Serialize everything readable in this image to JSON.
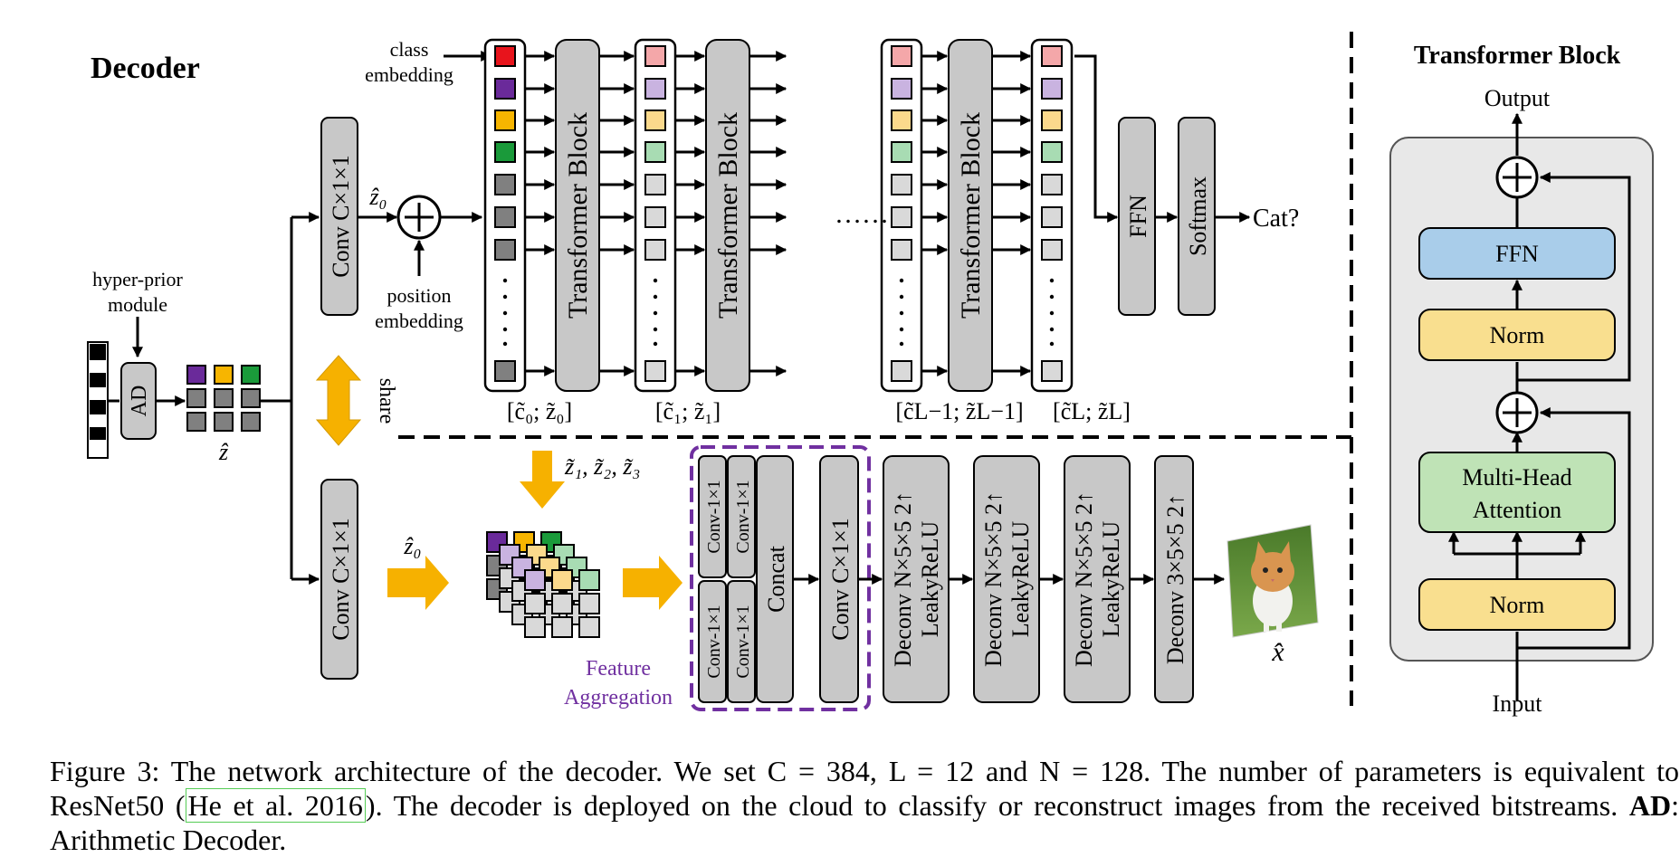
{
  "decoder": {
    "title": "Decoder",
    "class_embedding_l1": "class",
    "class_embedding_l2": "embedding",
    "position_embedding_l1": "position",
    "position_embedding_l2": "embedding",
    "hyper_prior_l1": "hyper-prior",
    "hyper_prior_l2": "module",
    "ad": "AD",
    "z_hat": "ẑ",
    "share": "share",
    "conv_top": "Conv C×1×1",
    "conv_bottom": "Conv C×1×1",
    "z0_top": "ẑ₀",
    "z0_bottom": "ẑ₀",
    "transformer_block": "Transformer Block",
    "ellipsis": "……",
    "seq_labels": [
      "[c̃₀; z̃₀]",
      "[c̃₁; z̃₁]",
      "[c̃L−1; z̃L−1]",
      "[c̃L; z̃L]"
    ],
    "ffn": "FFN",
    "softmax": "Softmax",
    "cat": "Cat?",
    "z_list": "z̃₁, z̃₂, z̃₃",
    "conv_1x1": "Conv-1×1",
    "concat": "Concat",
    "feature_aggregation_l1": "Feature",
    "feature_aggregation_l2": "Aggregation",
    "deconv_l1": "Deconv N×5×5 2↑",
    "deconv_l2": "LeakyReLU",
    "deconv_last": "Deconv 3×5×5 2↑",
    "x_hat": "x̂"
  },
  "transformer_block": {
    "title": "Transformer Block",
    "output": "Output",
    "input": "Input",
    "ffn": "FFN",
    "norm": "Norm",
    "mha_l1": "Multi-Head",
    "mha_l2": "Attention"
  },
  "caption": {
    "prefix": "Figure 3: The network architecture of the decoder. We set C = 384, L = 12 and N = 128. The number of parameters is equivalent to ResNet50 (",
    "citation": "He et al. 2016",
    "middle": "). The decoder is deployed on the cloud to classify or reconstruct images from the received bitstreams. ",
    "bold": "AD",
    "suffix": ": Arithmetic Decoder."
  },
  "colors": {
    "block_gray": "#c8c8c8",
    "token_dark": "#808080",
    "token_light": "#d9d9d9",
    "red": "#e8141c",
    "purple": "#6a2a9a",
    "orange": "#f7b500",
    "green": "#1a9a3a",
    "pale_red": "#f4a7a9",
    "pale_purple": "#c9b3e0",
    "pale_orange": "#fbd98c",
    "pale_green": "#a8dcb3",
    "arrow_orange": "#f6b100",
    "fa_purple": "#7030a0",
    "ffn_blue": "#a9cdea",
    "norm_yellow": "#f9df8f",
    "mha_green": "#bfe3b6",
    "panel_bg": "#e8e8e8"
  }
}
